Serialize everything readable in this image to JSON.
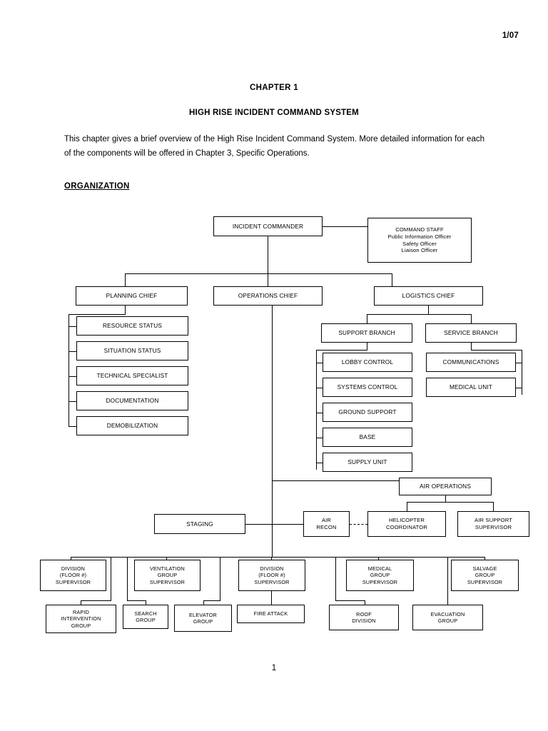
{
  "document": {
    "date_stamp": "1/07",
    "chapter_title": "CHAPTER 1",
    "doc_title": "HIGH RISE INCIDENT COMMAND SYSTEM",
    "intro_paragraph": "This chapter gives a brief overview of the High Rise Incident Command System.  More detailed information for each of the components will be offered in Chapter 3, Specific Operations.",
    "section_heading": "ORGANIZATION",
    "page_number": "1"
  },
  "chart_data": {
    "type": "diagram",
    "title": "High Rise Incident Command System Organization Chart",
    "nodes": {
      "incident_commander": "INCIDENT COMMANDER",
      "command_staff_line1": "COMMAND STAFF",
      "command_staff_line2": "Public Information Officer",
      "command_staff_line3": "Safety Officer",
      "command_staff_line4": "Liaison Officer",
      "planning_chief": "PLANNING CHIEF",
      "operations_chief": "OPERATIONS CHIEF",
      "logistics_chief": "LOGISTICS CHIEF",
      "resource_status": "RESOURCE STATUS",
      "situation_status": "SITUATION STATUS",
      "technical_specialist": "TECHNICAL SPECIALIST",
      "documentation": "DOCUMENTATION",
      "demobilization": "DEMOBILIZATION",
      "support_branch": "SUPPORT BRANCH",
      "service_branch": "SERVICE BRANCH",
      "lobby_control": "LOBBY CONTROL",
      "systems_control": "SYSTEMS CONTROL",
      "ground_support": "GROUND SUPPORT",
      "base": "BASE",
      "supply_unit": "SUPPLY UNIT",
      "communications": "COMMUNICATIONS",
      "medical_unit": "MEDICAL UNIT",
      "air_operations": "AIR OPERATIONS",
      "staging": "STAGING",
      "air_recon": "AIR\nRECON",
      "helicopter_coordinator": "HELICOPTER\nCOORDINATOR",
      "air_support_supervisor": "AIR SUPPORT\nSUPERVISOR",
      "division_floor_supervisor_1": "DIVISION\n(FLOOR #)\nSUPERVISOR",
      "ventilation_group_supervisor": "VENTILATION\nGROUP\nSUPERVISOR",
      "division_floor_supervisor_2": "DIVISION\n(FLOOR #)\nSUPERVISOR",
      "medical_group_supervisor": "MEDICAL\nGROUP\nSUPERVISOR",
      "salvage_group_supervisor": "SALVAGE\nGROUP\nSUPERVISOR",
      "rapid_intervention_group": "RAPID\nINTERVENTION\nGROUP",
      "search_group": "SEARCH\nGROUP",
      "elevator_group": "ELEVATOR\nGROUP",
      "fire_attack": "FIRE ATTACK",
      "roof_division": "ROOF\nDIVISION",
      "evacuation_group": "EVACUATION\nGROUP"
    },
    "hierarchy": {
      "INCIDENT COMMANDER": [
        "COMMAND STAFF",
        "PLANNING CHIEF",
        "OPERATIONS CHIEF",
        "LOGISTICS CHIEF"
      ],
      "PLANNING CHIEF": [
        "RESOURCE STATUS",
        "SITUATION STATUS",
        "TECHNICAL SPECIALIST",
        "DOCUMENTATION",
        "DEMOBILIZATION"
      ],
      "LOGISTICS CHIEF": [
        "SUPPORT BRANCH",
        "SERVICE BRANCH"
      ],
      "SUPPORT BRANCH": [
        "LOBBY CONTROL",
        "SYSTEMS CONTROL",
        "GROUND SUPPORT",
        "BASE",
        "SUPPLY UNIT"
      ],
      "SERVICE BRANCH": [
        "COMMUNICATIONS",
        "MEDICAL UNIT"
      ],
      "AIR OPERATIONS": [
        "HELICOPTER COORDINATOR",
        "AIR SUPPORT SUPERVISOR"
      ],
      "OPERATIONS CHIEF": [
        "AIR OPERATIONS",
        "STAGING",
        "AIR RECON",
        "DIVISION (FLOOR #) SUPERVISOR",
        "VENTILATION GROUP SUPERVISOR",
        "MEDICAL GROUP SUPERVISOR",
        "SALVAGE GROUP SUPERVISOR",
        "ROOF DIVISION",
        "EVACUATION GROUP"
      ],
      "DIVISION (FLOOR #) SUPERVISOR 1": [
        "RAPID INTERVENTION GROUP"
      ],
      "VENTILATION GROUP SUPERVISOR": [
        "SEARCH GROUP",
        "ELEVATOR GROUP"
      ],
      "DIVISION (FLOOR #) SUPERVISOR 2": [
        "FIRE ATTACK"
      ]
    },
    "dashed_links": [
      [
        "AIR RECON",
        "HELICOPTER COORDINATOR"
      ]
    ],
    "colors": {
      "line": "#000000",
      "box_fill": "#ffffff",
      "text": "#000000"
    }
  }
}
